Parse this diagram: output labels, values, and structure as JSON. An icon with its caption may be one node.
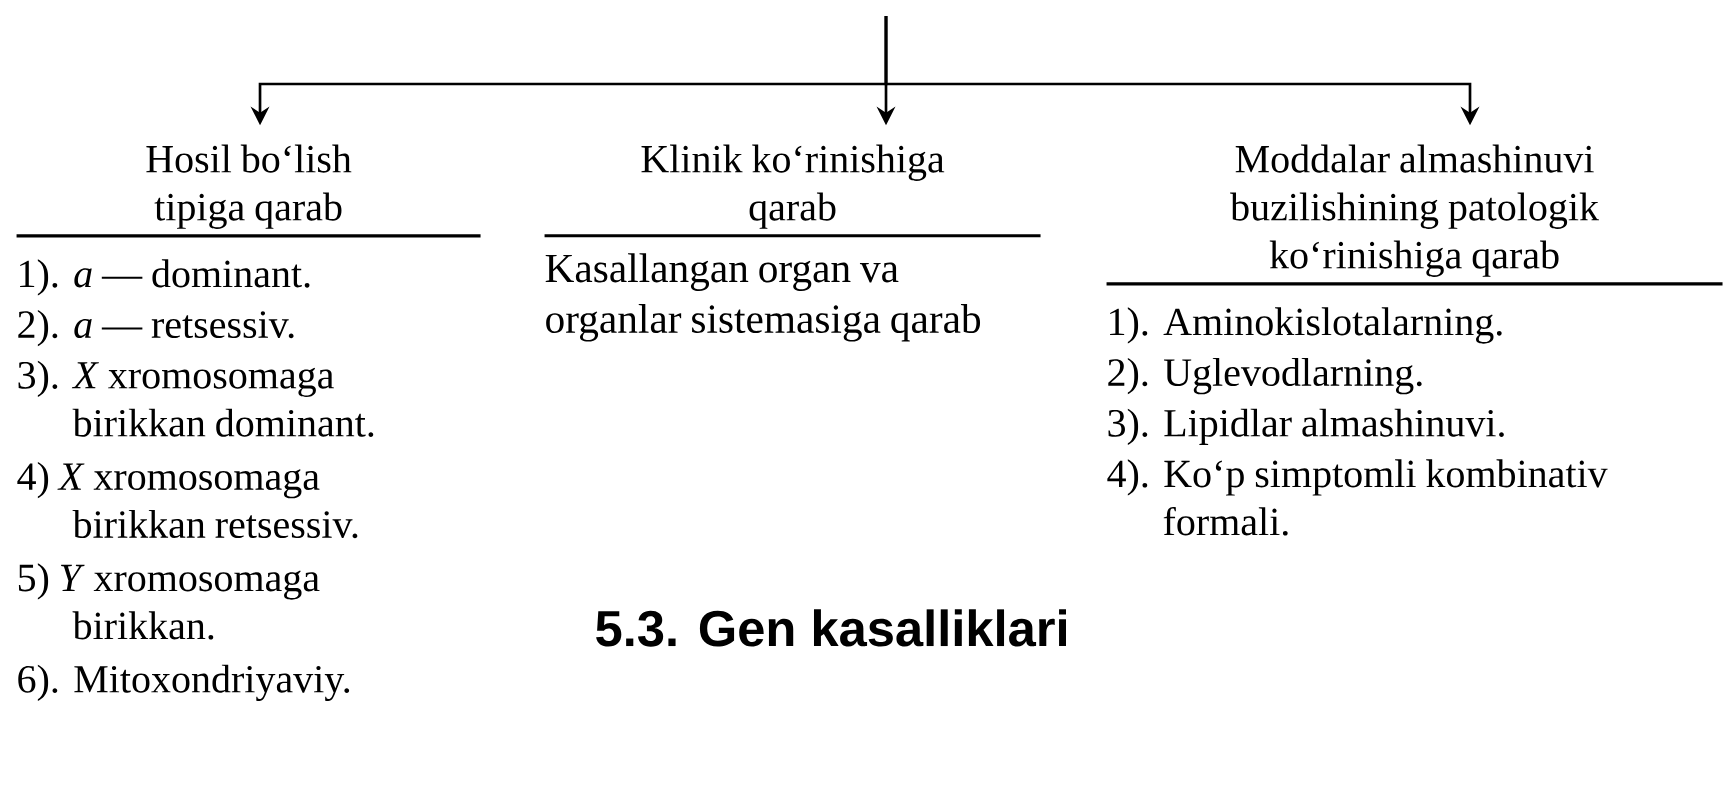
{
  "diagram": {
    "nodes": [
      {
        "text": [
          "Hosil bo‘lish tipiga qarab",
          "1). *a* — dominant.",
          "2). *a* — retsessiv.",
          "3). *X* xromosomaga birikkan dominant.",
          "4) *X* xromosomaga birikkan retsessiv.",
          "5) *Y* xromosomaga birikkan.",
          "6). Mitoxondriyaviy."
        ]
      },
      {
        "text": [
          "Klinik ko‘rinishiga qarab",
          "Kasallangan organ va organlar sistemasiga qarab"
        ]
      },
      {
        "text": [
          "Moddalar almashinuvi buzilishining patologik ko‘rinishiga qarab",
          "1). Aminokislotalarning.",
          "2). Uglevodlarning.",
          "3). Lipidlar almashinuvi.",
          "4). Ko‘p simptomli kombinativ formali."
        ]
      }
    ],
    "edges": [
      {
        "from": null,
        "to": 0,
        "arrow": "to"
      },
      {
        "from": null,
        "to": 1,
        "arrow": "to"
      },
      {
        "from": null,
        "to": 2,
        "arrow": "to"
      }
    ],
    "labels": [
      "5.3. Gen kasalliklari"
    ]
  }
}
